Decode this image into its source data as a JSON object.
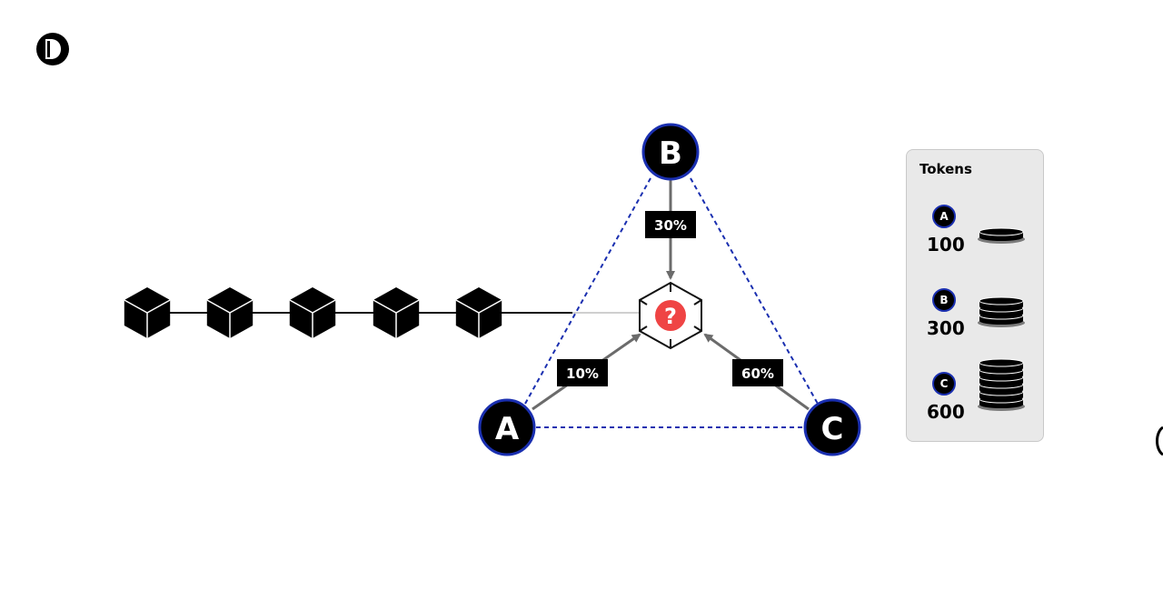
{
  "nodes": {
    "a": {
      "label": "A"
    },
    "b": {
      "label": "B"
    },
    "c": {
      "label": "C"
    }
  },
  "edges": {
    "a_weight": "10%",
    "b_weight": "30%",
    "c_weight": "60%"
  },
  "center_block": {
    "symbol": "?"
  },
  "tokens": {
    "title": "Tokens",
    "items": [
      {
        "label": "A",
        "amount": "100",
        "coins": 1
      },
      {
        "label": "B",
        "amount": "300",
        "coins": 3
      },
      {
        "label": "C",
        "amount": "600",
        "coins": 6
      }
    ]
  },
  "colors": {
    "node_border": "#1a2fb0",
    "dashed_line": "#1a2fb0",
    "question_badge": "#ef4444",
    "arrow": "#6b6b6b"
  },
  "icons": {
    "logo": "logo-icon",
    "block": "cube-icon",
    "coin": "coin-stack-icon"
  }
}
